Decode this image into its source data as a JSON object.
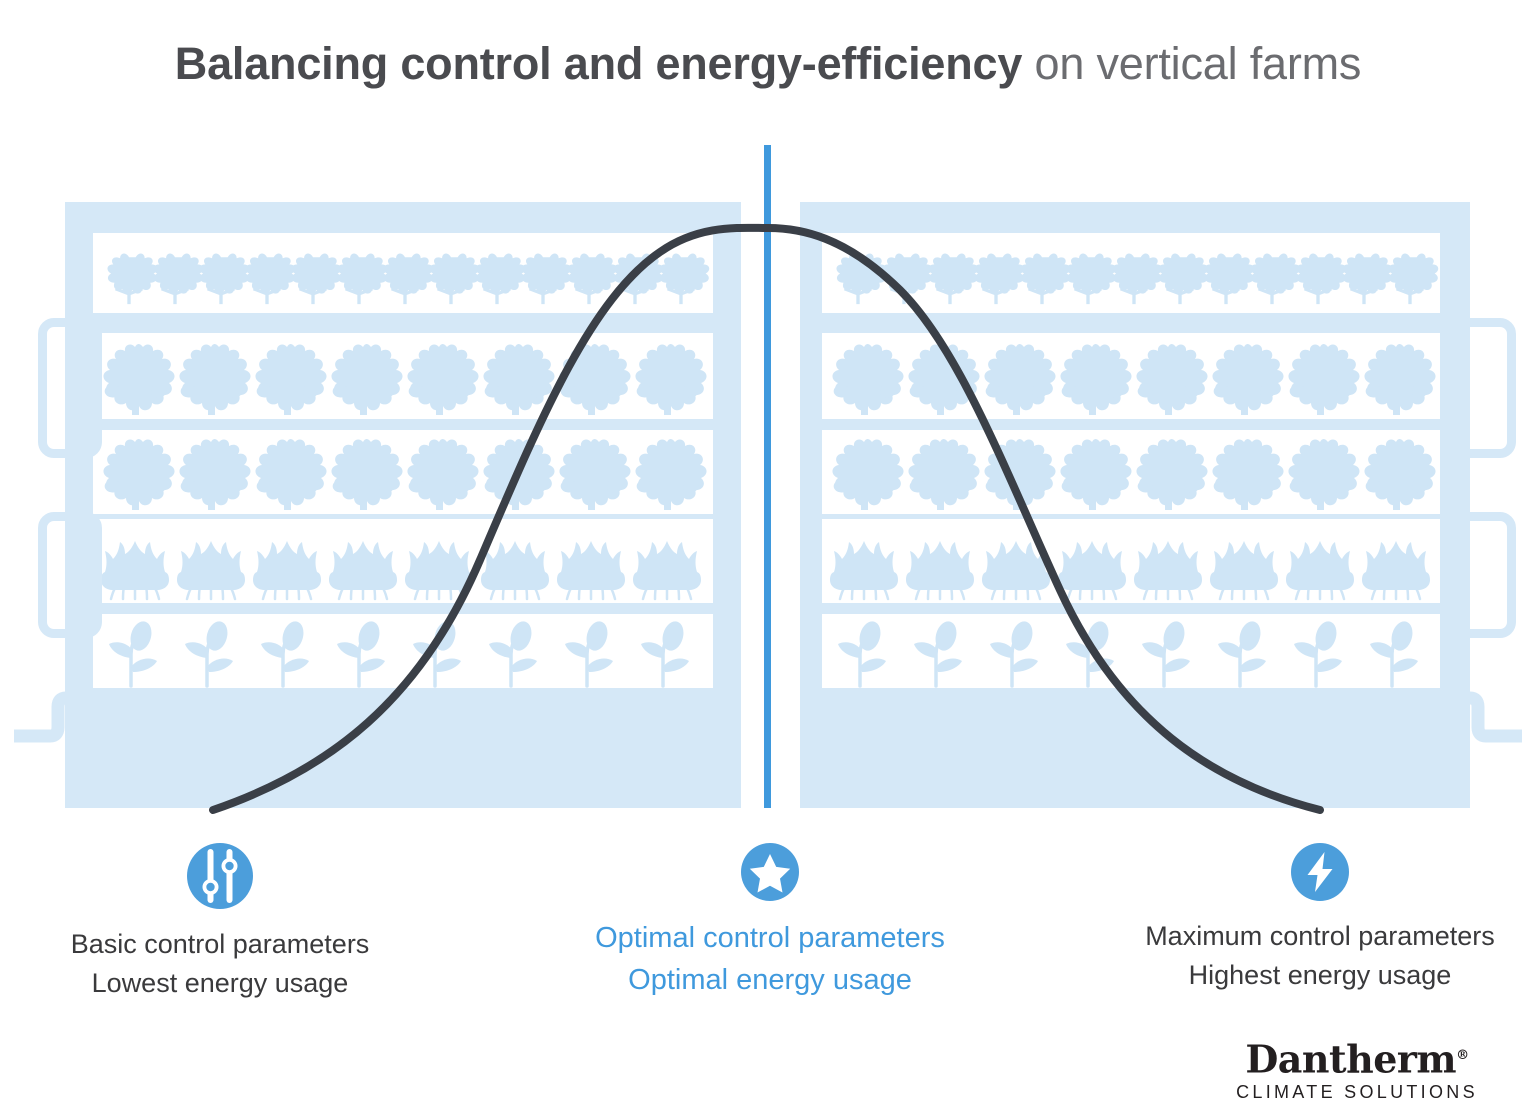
{
  "title": {
    "strong": "Balancing control and energy-efficiency",
    "light": " on vertical farms"
  },
  "colors": {
    "accent_blue": "#3f99dd",
    "rack_blue": "#d5e8f7",
    "plant_blue": "#cfe5f6",
    "curve_dark": "#3a3f47",
    "text_dark": "#3a3a3c",
    "logo_black": "#231f20"
  },
  "chart_data": {
    "type": "line",
    "title": "Balancing control and energy-efficiency on vertical farms",
    "xlabel": "",
    "ylabel": "",
    "grid": false,
    "legend_position": "below",
    "annotations": [
      "Basic control parameters / Lowest energy usage",
      "Optimal control parameters / Optimal energy usage",
      "Maximum control parameters / Highest energy usage"
    ],
    "series": [
      {
        "name": "Efficiency bell curve",
        "x": [
          0,
          10,
          20,
          30,
          40,
          50,
          60,
          70,
          80,
          90,
          100
        ],
        "values": [
          0,
          8,
          22,
          48,
          80,
          100,
          97,
          72,
          40,
          18,
          3
        ]
      }
    ],
    "markers": [
      {
        "label": "Basic control parameters",
        "x": 0,
        "icon": "sliders-icon"
      },
      {
        "label": "Optimal control parameters",
        "x": 50,
        "icon": "star-icon"
      },
      {
        "label": "Maximum control parameters",
        "x": 100,
        "icon": "bolt-icon"
      }
    ]
  },
  "farm": {
    "left_rack_label": "vertical-farm-rack-left",
    "right_rack_label": "vertical-farm-rack-right",
    "shelves": [
      {
        "plant": "oak-sprout",
        "count": 13
      },
      {
        "plant": "leafy-bush",
        "count": 8
      },
      {
        "plant": "leafy-bush",
        "count": 8
      },
      {
        "plant": "lotus-leaf",
        "count": 8
      },
      {
        "plant": "seedling",
        "count": 8
      }
    ]
  },
  "legend": {
    "basic": {
      "icon": "sliders-icon",
      "line1": "Basic control parameters",
      "line2": "Lowest energy usage"
    },
    "optimal": {
      "icon": "star-icon",
      "line1": "Optimal control parameters",
      "line2": "Optimal energy usage"
    },
    "maximum": {
      "icon": "bolt-icon",
      "line1": "Maximum control parameters",
      "line2": "Highest energy usage"
    }
  },
  "logo": {
    "word": "Dantherm",
    "registered": "®",
    "subtitle": "CLIMATE SOLUTIONS"
  }
}
